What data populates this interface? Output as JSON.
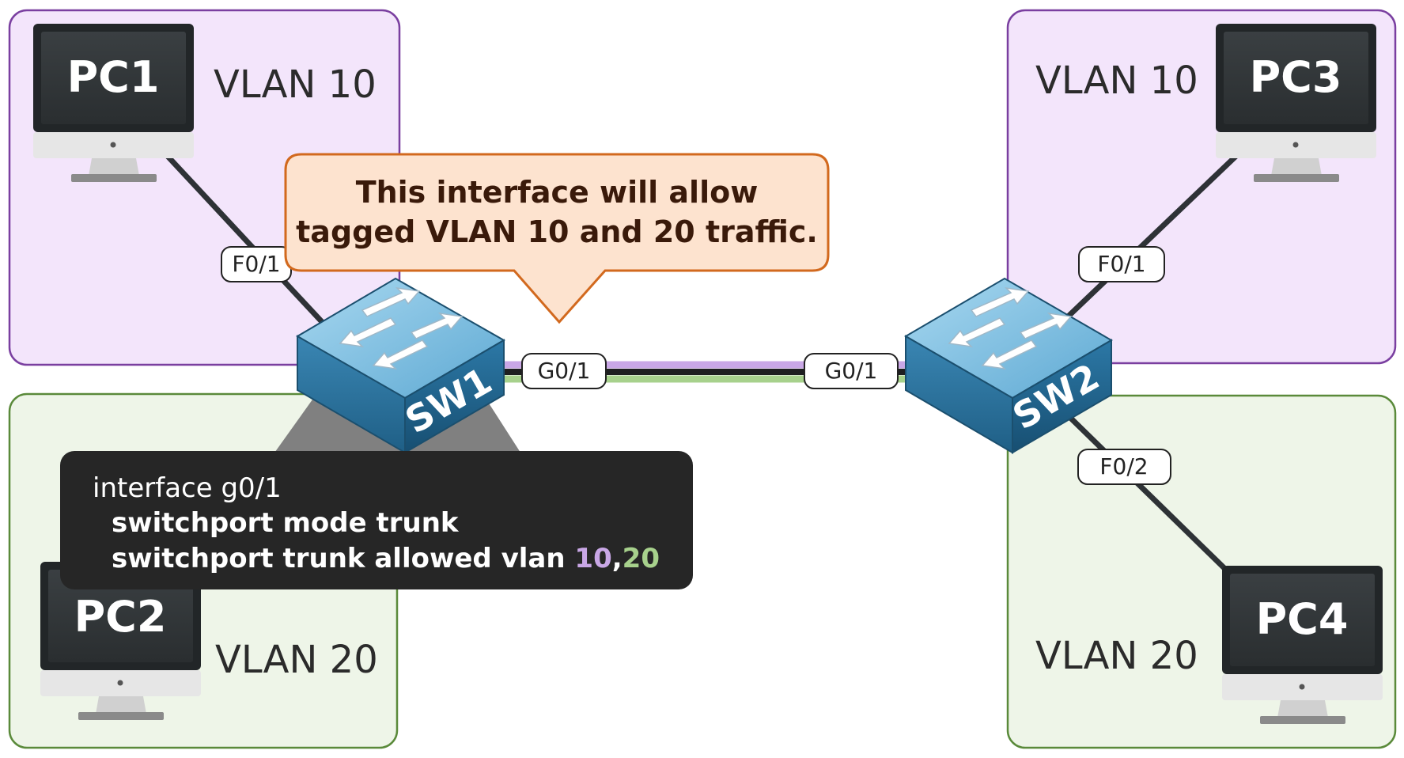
{
  "zones": {
    "top_left": {
      "vlan_label": "VLAN 10"
    },
    "bottom_left": {
      "vlan_label": "VLAN 20"
    },
    "top_right": {
      "vlan_label": "VLAN 10"
    },
    "bottom_right": {
      "vlan_label": "VLAN 20"
    }
  },
  "pcs": {
    "pc1": {
      "label": "PC1"
    },
    "pc2": {
      "label": "PC2"
    },
    "pc3": {
      "label": "PC3"
    },
    "pc4": {
      "label": "PC4"
    }
  },
  "switches": {
    "sw1": {
      "label": "SW1"
    },
    "sw2": {
      "label": "SW2"
    }
  },
  "ports": {
    "sw1_f01": "F0/1",
    "sw1_g01": "G0/1",
    "sw2_g01": "G0/1",
    "sw2_f01": "F0/1",
    "sw2_f02": "F0/2"
  },
  "callout": {
    "line1": "This interface will allow",
    "line2": "tagged VLAN 10 and 20 traffic."
  },
  "config": {
    "line1": "interface g0/1",
    "line2": "switchport mode trunk",
    "line3_prefix": "switchport trunk allowed vlan ",
    "vlan_a": "10",
    "comma": ",",
    "vlan_b": "20"
  },
  "colors": {
    "vlan10_fill": "#f3e5fb",
    "vlan10_border": "#7a3fa0",
    "vlan20_fill": "#eef5e8",
    "vlan20_border": "#5a8a3a",
    "vlan10_accent": "#c9a7e6",
    "vlan20_accent": "#a7d18c",
    "callout_fill": "#fde3cf",
    "callout_border": "#d2691e",
    "config_bg": "#262626",
    "switch_top": "#8cc6e6",
    "switch_side": "#1f5f82"
  }
}
